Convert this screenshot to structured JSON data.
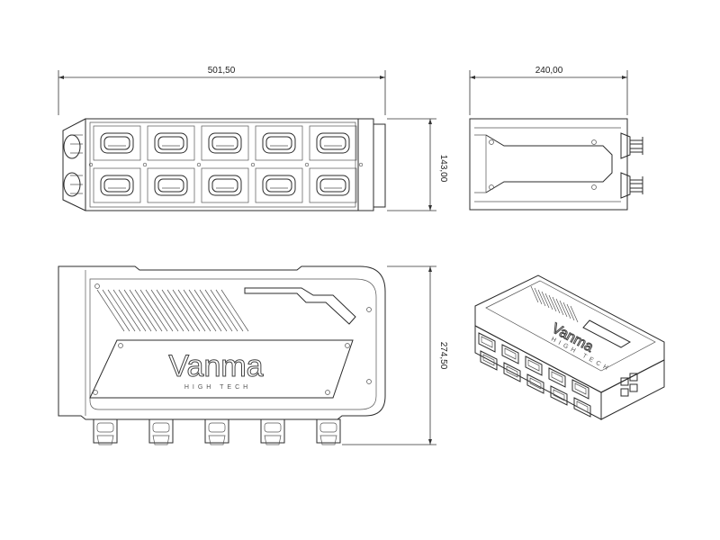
{
  "dimensions": {
    "top_width": "501,50",
    "side_width": "240,00",
    "top_height": "143,00",
    "front_height": "274,50"
  },
  "brand": {
    "name": "Vanma",
    "tagline": "HIGH TECH"
  },
  "counts": {
    "top_view_slot_rows": 2,
    "top_view_slot_cols": 5,
    "front_view_connectors": 5,
    "iso_slot_rows": 2,
    "iso_slot_cols": 5
  }
}
